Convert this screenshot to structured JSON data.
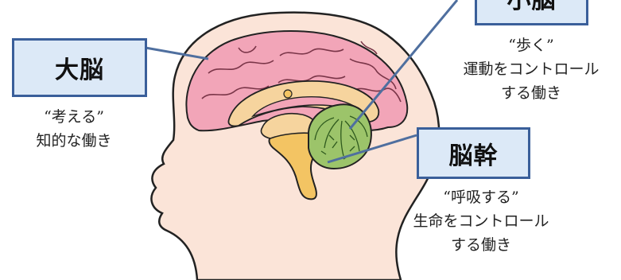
{
  "labels": {
    "cerebrum": {
      "name": "大脳",
      "lines": [
        "“考える”",
        "知的な働き"
      ]
    },
    "cerebellum": {
      "name": "小脳",
      "lines": [
        "“歩く”",
        "運動をコントロール",
        "する働き"
      ]
    },
    "brainstem": {
      "name": "脳幹",
      "lines": [
        "“呼吸する”",
        "生命をコントロール",
        "する働き"
      ]
    }
  },
  "colors": {
    "skin": "#fbe4d8",
    "outline": "#222222",
    "cerebrum": "#f2a5b8",
    "brainstem": "#f3c463",
    "cerebellum": "#9cc46a",
    "label_border": "#3a5f9a",
    "label_fill": "#dce9f7",
    "leader_line": "#4f6f9f"
  }
}
